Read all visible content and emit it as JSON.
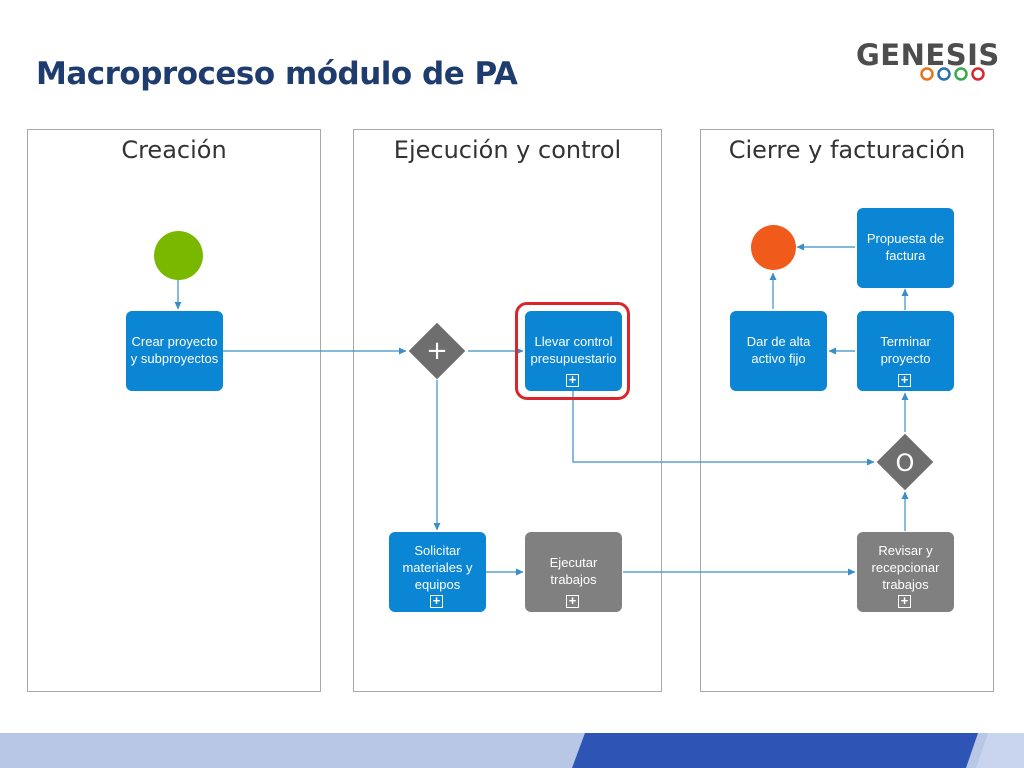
{
  "title": "Macroproceso módulo de PA",
  "logo": {
    "text": "GENESIS",
    "ring_colors": [
      "#e8731a",
      "#2a6fb0",
      "#3aa84a",
      "#d9262c"
    ]
  },
  "lanes": [
    "Creación",
    "Ejecución y control",
    "Cierre y facturación"
  ],
  "tasks": {
    "crear": "Crear proyecto y subproyectos",
    "llevar": "Llevar control presupuestario",
    "solicitar": "Solicitar materiales y equipos",
    "ejecutar": "Ejecutar trabajos",
    "revisar": "Revisar y recepcionar trabajos",
    "terminar": "Terminar proyecto",
    "dar_alta": "Dar de alta activo fijo",
    "propuesta": "Propuesta de factura"
  },
  "gateways": {
    "parallel": "+",
    "inclusive": "O"
  },
  "subprocess_marker": "+",
  "colors": {
    "task_blue": "#0a86d4",
    "task_gray": "#808080",
    "start_event": "#7ab800",
    "end_event": "#f05a1a",
    "gateway": "#6e6e6e",
    "flow": "#3a8fc8",
    "highlight": "#d9262c"
  }
}
